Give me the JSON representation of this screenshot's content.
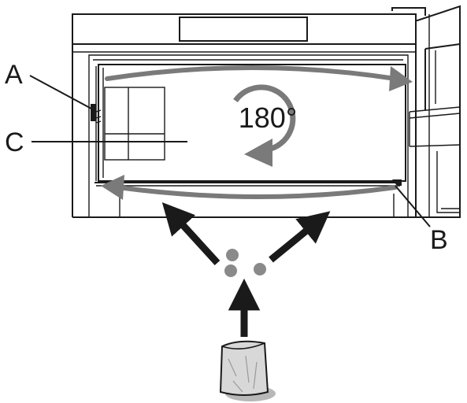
{
  "labels": {
    "a": "A",
    "b": "B",
    "c": "C",
    "rotation": "180°"
  },
  "colors": {
    "line": "#1a1a1a",
    "arrow_gray": "#7a7a7a",
    "dot_gray": "#8a8a8a",
    "bag_fill": "#d8d8d8",
    "shadow": "#b8b8b8"
  },
  "icons": {
    "rotation": "rotate-180-arrow-icon",
    "bag": "deodoriser-bag-icon"
  }
}
